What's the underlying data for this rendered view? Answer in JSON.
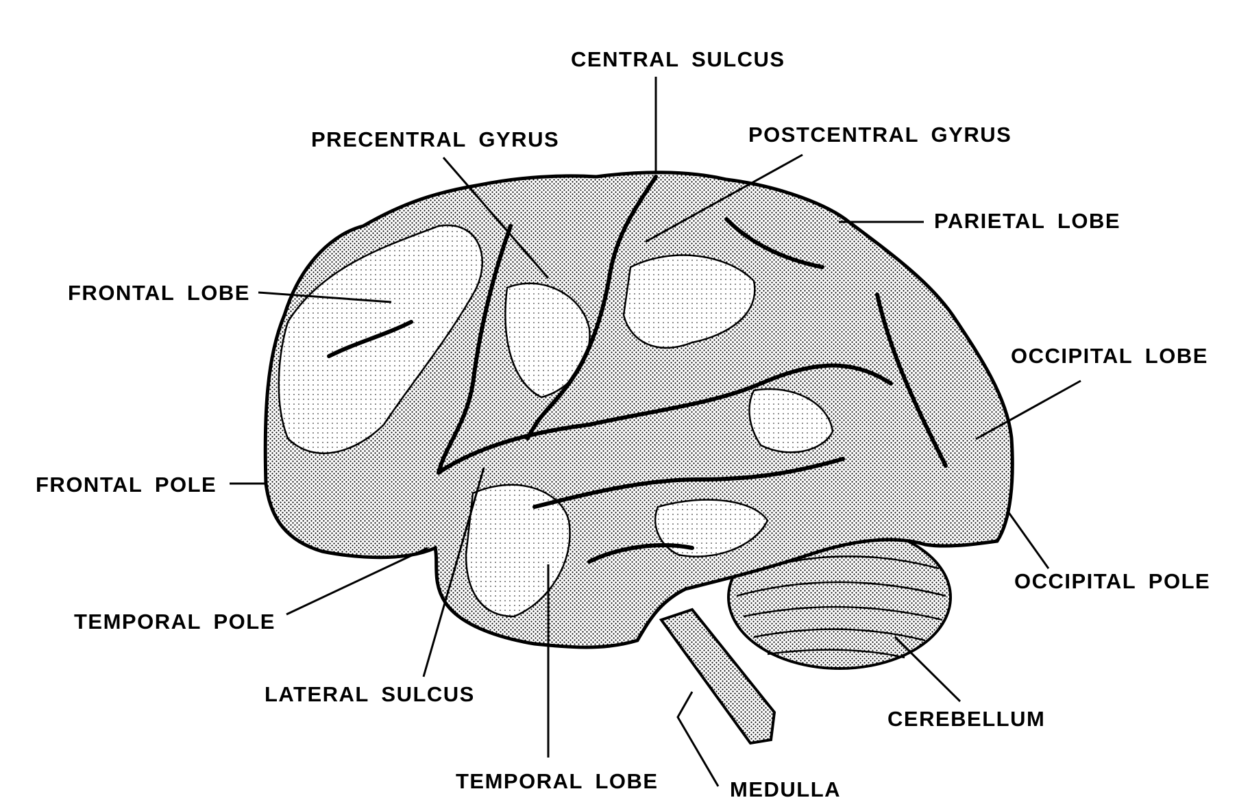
{
  "title": "Lateral view of the human brain",
  "labels": {
    "central_sulcus": "CENTRAL SULCUS",
    "precentral_gyrus": "PRECENTRAL GYRUS",
    "postcentral_gyrus": "POSTCENTRAL GYRUS",
    "parietal_lobe": "PARIETAL LOBE",
    "frontal_lobe": "FRONTAL LOBE",
    "occipital_lobe": "OCCIPITAL LOBE",
    "frontal_pole": "FRONTAL POLE",
    "occipital_pole": "OCCIPITAL POLE",
    "temporal_pole": "TEMPORAL POLE",
    "lateral_sulcus": "LATERAL SULCUS",
    "temporal_lobe": "TEMPORAL LOBE",
    "medulla": "MEDULLA",
    "cerebellum": "CEREBELLUM"
  },
  "colors": {
    "ink": "#000000",
    "paper": "#ffffff"
  }
}
